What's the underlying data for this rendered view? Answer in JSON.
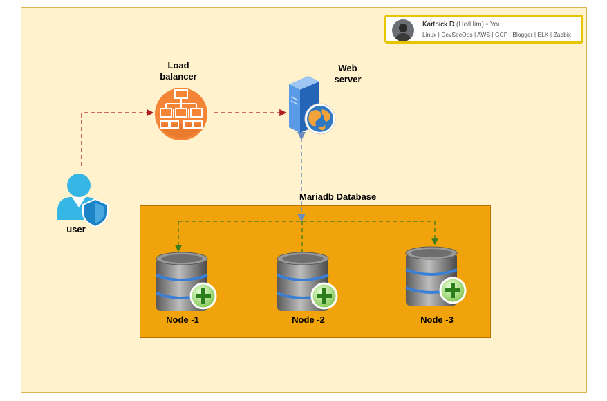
{
  "profile_card": {
    "name": "Karthick D",
    "pronouns": "(He/Him)",
    "you": "• You",
    "headline": "Linux | DevSecOps | AWS | GCP | Blogger | ELK | Zabbix"
  },
  "nodes": {
    "load_balancer": "Load\nbalancer",
    "web_server": "Web\nserver",
    "user": "user",
    "database_group": "Mariadb Database",
    "node1": "Node -1",
    "node2": "Node -2",
    "node3": "Node -3"
  },
  "colors": {
    "canvas_fill": "#fff2cc",
    "cluster_fill": "#f0a30a",
    "lb_orange": "#f58536",
    "arrow_red": "#b01e1e",
    "arrow_blue": "#6c8ebf",
    "arrow_green": "#3a7d1f"
  },
  "icons": [
    "user-shield-icon",
    "load-balancer-icon",
    "web-server-icon",
    "database-add-icon"
  ]
}
